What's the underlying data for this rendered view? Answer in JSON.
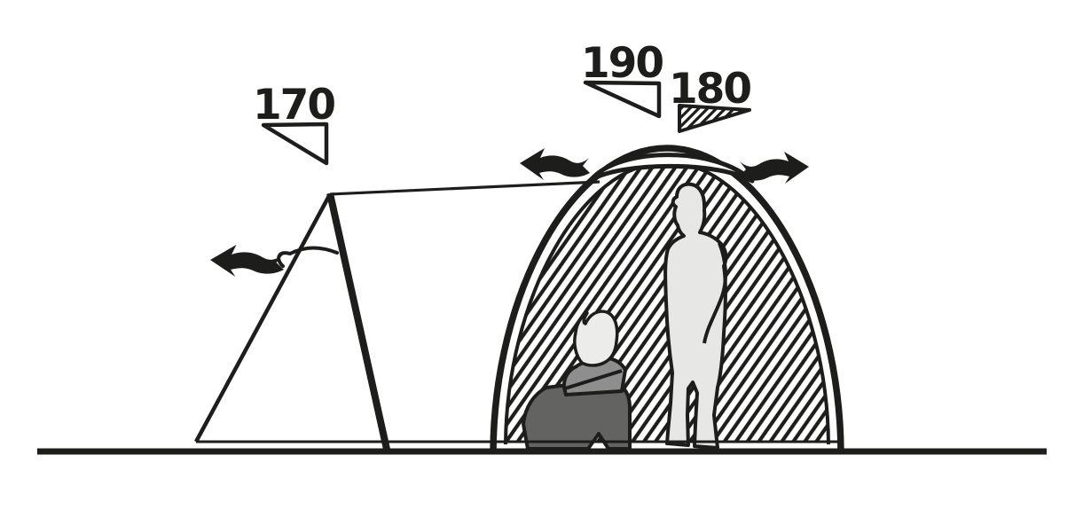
{
  "diagram": {
    "name": "tent-cross-section-ventilation-and-heights",
    "measurements": {
      "awning_height": "170",
      "dome_peak_height": "190",
      "dome_inner_height": "180"
    },
    "icons": {
      "awning_airflow": "curved-arrow-left",
      "dome_airflow_left": "curved-arrow-left",
      "dome_airflow_right": "curved-arrow-right"
    },
    "colors": {
      "ink": "#1d1d1b",
      "background": "#ffffff",
      "person_light": "#e7e7e6",
      "person_mid": "#8e8e8e",
      "person_dark": "#636362"
    }
  }
}
